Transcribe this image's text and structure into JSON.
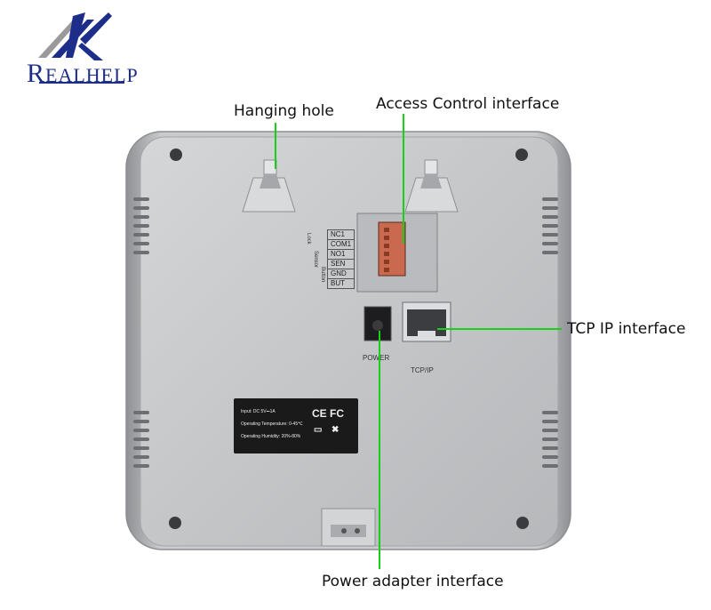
{
  "logo": {
    "initial": "R",
    "rest": "EALHELP",
    "colors": {
      "blue": "#1d2e8a",
      "grey": "#9a9a9a"
    }
  },
  "callouts": {
    "hanging_hole": "Hanging hole",
    "access_control": "Access Control interface",
    "tcp_ip": "TCP IP interface",
    "power_adapter": "Power adapter interface"
  },
  "terminal": {
    "pins": [
      "NC1",
      "COM1",
      "NO1",
      "SEN",
      "GND",
      "BUT"
    ],
    "group_labels": [
      "Lock",
      "Sensor",
      "Button"
    ]
  },
  "ports": {
    "power_label": "POWER",
    "tcpip_label": "TCP/IP"
  },
  "spec_sticker": {
    "input": "Input:  DC  5V⎓1A",
    "temperature": "Operating Temperature: 0-45℃",
    "humidity": "Operating Humidity: 20%-80%",
    "ce": "CE",
    "fc": "FC"
  },
  "colors": {
    "leader_line": "#19d019",
    "device_body": "#c6c8ca",
    "device_frame": "#a9abae"
  }
}
